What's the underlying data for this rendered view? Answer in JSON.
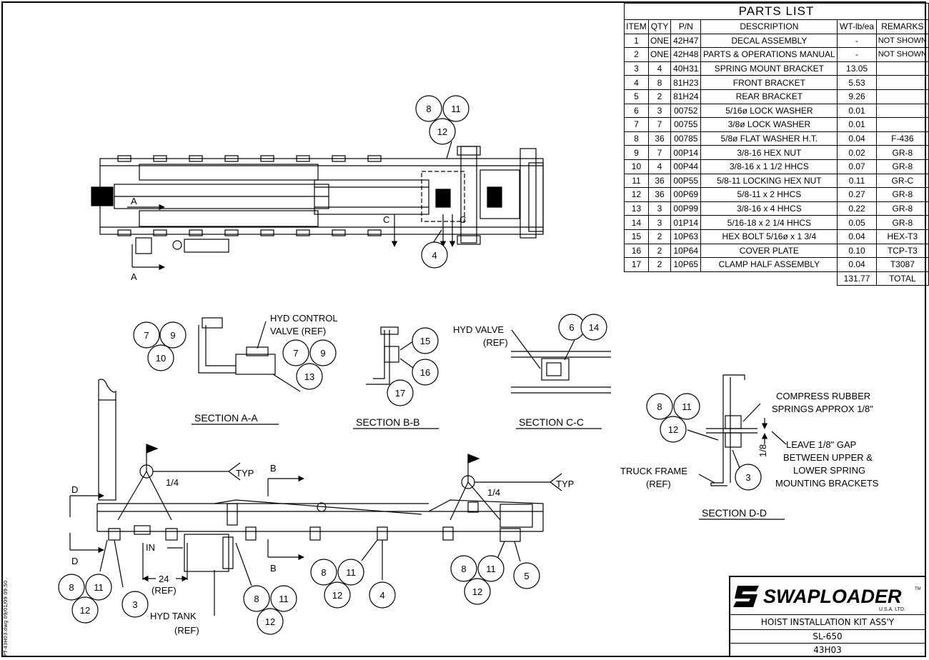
{
  "parts_list": {
    "title": "PARTS LIST",
    "headers": [
      "ITEM",
      "QTY",
      "P/N",
      "DESCRIPTION",
      "WT-lb/ea",
      "REMARKS"
    ],
    "rows": [
      [
        "1",
        "ONE",
        "42H47",
        "DECAL ASSEMBLY",
        "-",
        "NOT SHOWN"
      ],
      [
        "2",
        "ONE",
        "42H48",
        "PARTS & OPERATIONS MANUAL",
        "-",
        "NOT SHOWN"
      ],
      [
        "3",
        "4",
        "40H31",
        "SPRING MOUNT BRACKET",
        "13.05",
        ""
      ],
      [
        "4",
        "8",
        "81H23",
        "FRONT BRACKET",
        "5.53",
        ""
      ],
      [
        "5",
        "2",
        "81H24",
        "REAR BRACKET",
        "9.26",
        ""
      ],
      [
        "6",
        "3",
        "00752",
        "5/16ø LOCK WASHER",
        "0.01",
        ""
      ],
      [
        "7",
        "7",
        "00755",
        "3/8ø LOCK WASHER",
        "0.01",
        ""
      ],
      [
        "8",
        "36",
        "00785",
        "5/8ø FLAT WASHER H.T.",
        "0.04",
        "F-436"
      ],
      [
        "9",
        "7",
        "00P14",
        "3/8-16 HEX NUT",
        "0.02",
        "GR-8"
      ],
      [
        "10",
        "4",
        "00P44",
        "3/8-16 x 1 1/2 HHCS",
        "0.07",
        "GR-8"
      ],
      [
        "11",
        "36",
        "00P55",
        "5/8-11 LOCKING HEX NUT",
        "0.11",
        "GR-C"
      ],
      [
        "12",
        "36",
        "00P69",
        "5/8-11 x 2 HHCS",
        "0.27",
        "GR-8"
      ],
      [
        "13",
        "3",
        "00P99",
        "3/8-16 x 4 HHCS",
        "0.22",
        "GR-8"
      ],
      [
        "14",
        "3",
        "01P14",
        "5/16-18 x 2 1/4 HHCS",
        "0.05",
        "GR-8"
      ],
      [
        "15",
        "2",
        "10P63",
        "HEX BOLT 5/16ø x 1 3/4",
        "0.04",
        "HEX-T3"
      ],
      [
        "16",
        "2",
        "10P64",
        "COVER PLATE",
        "0.10",
        "TCP-T3"
      ],
      [
        "17",
        "2",
        "10P65",
        "CLAMP HALF ASSEMBLY",
        "0.04",
        "T3087"
      ]
    ],
    "total_weight": "131.77",
    "total_label": "TOTAL"
  },
  "title_block": {
    "brand": "SWAPLOADER",
    "tm": "TM",
    "brand_sub": "U.S.A. LTD.",
    "title": "HOIST INSTALLATION KIT ASS'Y",
    "model": "SL-650",
    "drawing_number": "43H03"
  },
  "file_stamp": "PT-43H03.dwg 09/01/09 09:50",
  "sections": {
    "a": "SECTION A-A",
    "b": "SECTION B-B",
    "c": "SECTION C-C",
    "d": "SECTION D-D"
  },
  "labels": {
    "hyd_control_valve": "HYD CONTROL",
    "hyd_control_valve_2": "VALVE (REF)",
    "hyd_valve": "HYD VALVE",
    "hyd_valve_2": "(REF)",
    "compress_1": "COMPRESS RUBBER",
    "compress_2": "SPRINGS APPROX 1/8\"",
    "gap_1": "LEAVE 1/8\" GAP",
    "gap_2": "BETWEEN UPPER &",
    "gap_3": "LOWER SPRING",
    "gap_4": "MOUNTING BRACKETS",
    "truck_frame": "TRUCK FRAME",
    "truck_frame_2": "(REF)",
    "gap_dim": "1/8",
    "weld_size": "1/4",
    "typ": "TYP",
    "hyd_tank": "HYD TANK",
    "hyd_tank_2": "(REF)",
    "dim_24": "24",
    "dim_24_ref": "(REF)",
    "in": "IN",
    "view_a": "A",
    "view_b": "B",
    "view_c": "C",
    "view_d": "D"
  },
  "balloons": {
    "n3": "3",
    "n4": "4",
    "n5": "5",
    "n6": "6",
    "n7": "7",
    "n8": "8",
    "n9": "9",
    "n10": "10",
    "n11": "11",
    "n12": "12",
    "n13": "13",
    "n14": "14",
    "n15": "15",
    "n16": "16",
    "n17": "17"
  }
}
